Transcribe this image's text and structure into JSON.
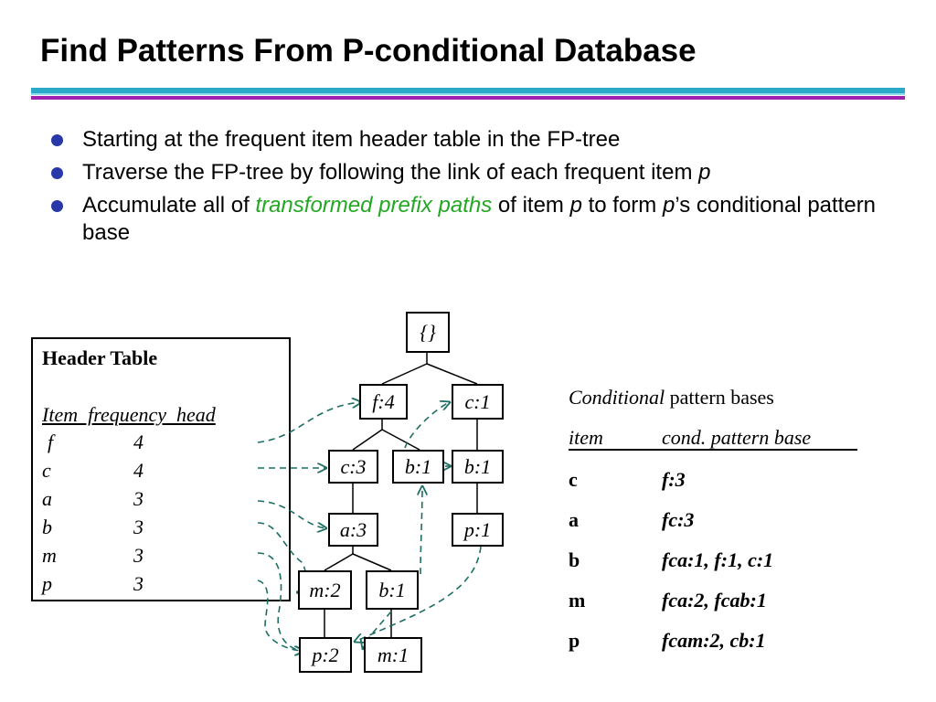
{
  "slide": {
    "title": "Find Patterns From P-conditional Database",
    "bullets": [
      {
        "t1": "Starting at the frequent item header table in the FP-tree"
      },
      {
        "t1": "Traverse the FP-tree by following the link of each frequent item ",
        "i1": "p"
      },
      {
        "t1": "Accumulate all of ",
        "g": "transformed prefix paths",
        "t2": " of item ",
        "i1": "p",
        "t3": " to form ",
        "i2": "p",
        "t4": "’s conditional pattern base"
      }
    ]
  },
  "header_table": {
    "title": "Header Table",
    "columns": "Item  frequency  head",
    "rows": [
      {
        "item": "f",
        "freq": "4"
      },
      {
        "item": "c",
        "freq": "4"
      },
      {
        "item": "a",
        "freq": "3"
      },
      {
        "item": "b",
        "freq": "3"
      },
      {
        "item": "m",
        "freq": "3"
      },
      {
        "item": "p",
        "freq": "3"
      }
    ]
  },
  "tree": {
    "nodes": {
      "root": "{}",
      "f4": "f:4",
      "c1": "c:1",
      "c3": "c:3",
      "b1a": "b:1",
      "b1b": "b:1",
      "a3": "a:3",
      "p1": "p:1",
      "m2": "m:2",
      "b1c": "b:1",
      "p2": "p:2",
      "m1": "m:1"
    }
  },
  "cond_bases": {
    "title_italic": "Conditional",
    "title_rest": " pattern bases",
    "col_item": "item",
    "col_base": "cond. pattern base",
    "rows": [
      {
        "item": "c",
        "base": "f:3"
      },
      {
        "item": "a",
        "base": "fc:3"
      },
      {
        "item": "b",
        "base": "fca:1, f:1, c:1"
      },
      {
        "item": "m",
        "base": "fca:2, fcab:1"
      },
      {
        "item": "p",
        "base": "fcam:2, cb:1"
      }
    ]
  },
  "colors": {
    "accent_bullet": "#2838a8",
    "link_arrow": "#1c6e62",
    "highlight": "#22a822"
  }
}
